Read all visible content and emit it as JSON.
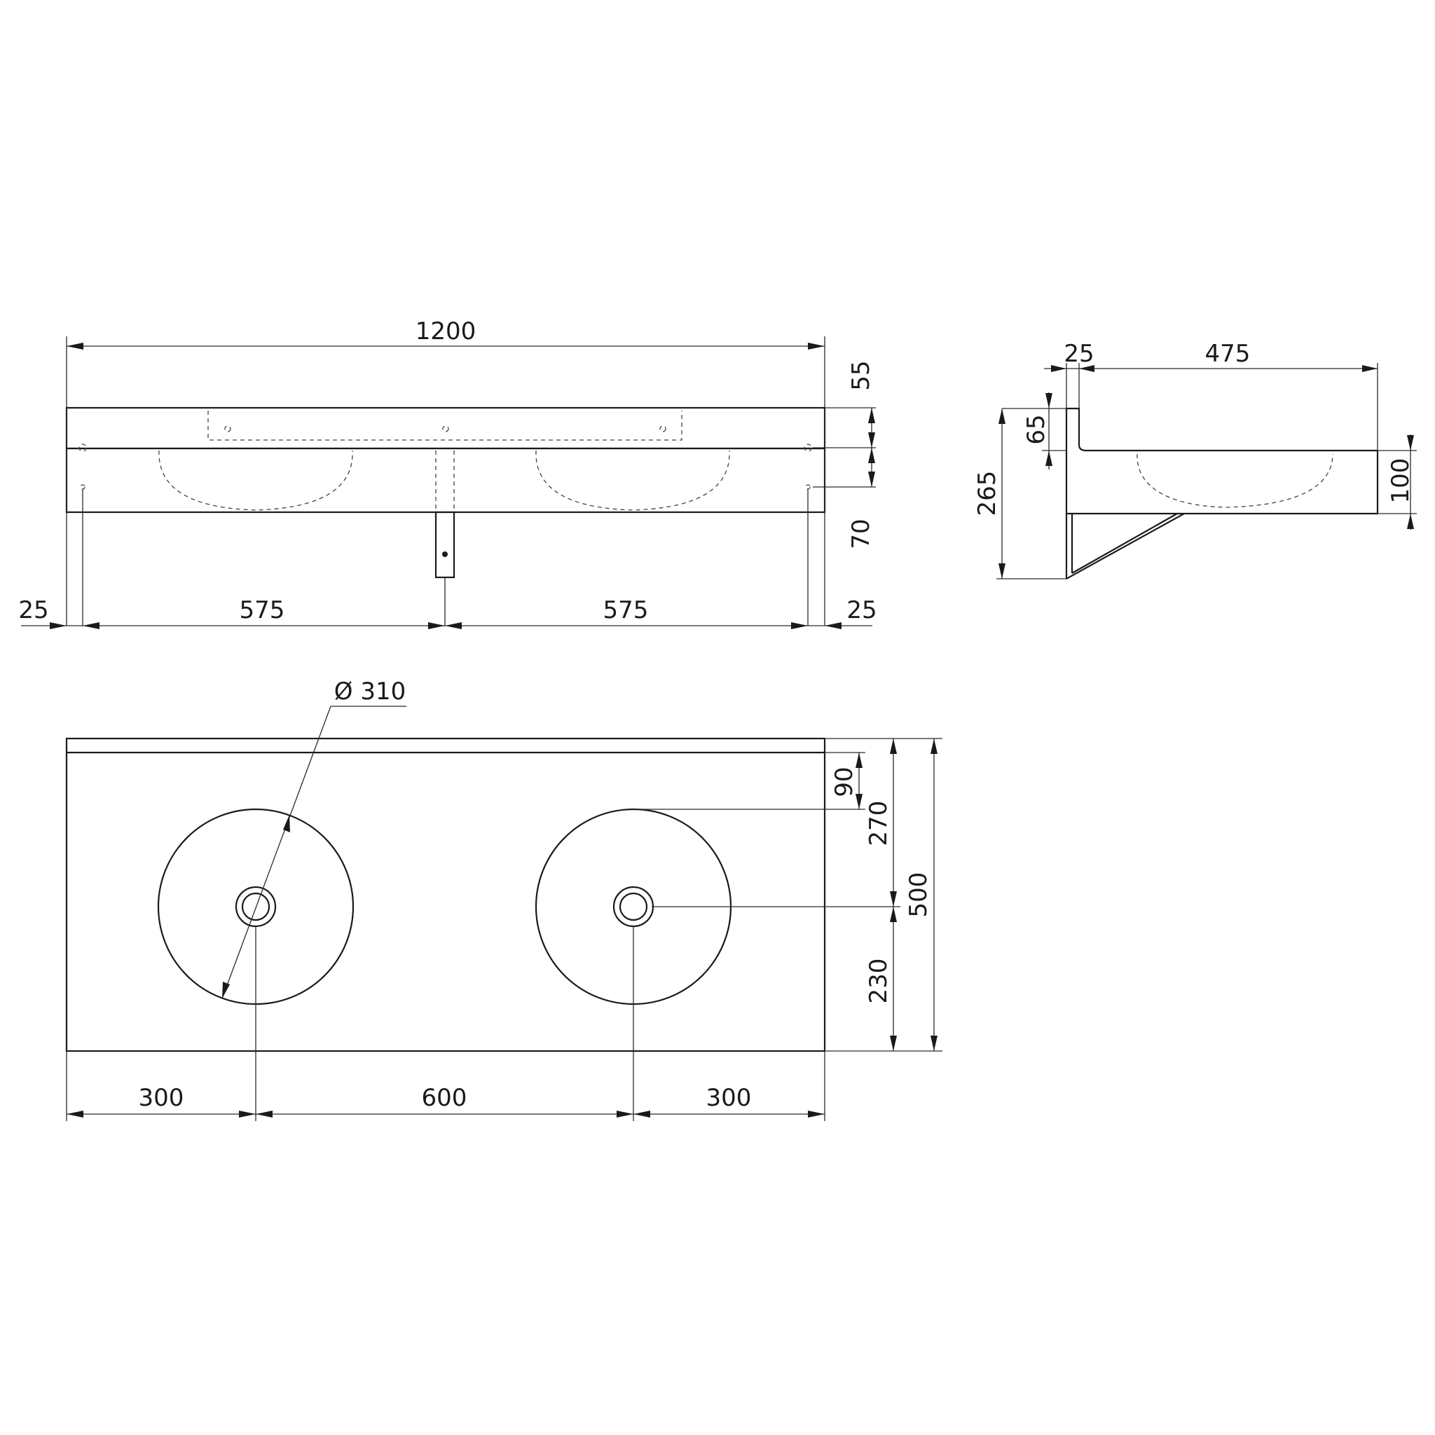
{
  "front_view": {
    "overall_width": "1200",
    "top_height": "55",
    "apron_height": "70",
    "left_offset": "25",
    "left_spacing": "575",
    "right_spacing": "575",
    "right_offset": "25"
  },
  "side_view": {
    "upstand_thickness": "25",
    "depth": "475",
    "upstand_height": "65",
    "total_height": "265",
    "bowl_depth": "100"
  },
  "top_view": {
    "bowl_diameter": "Ø 310",
    "rear_to_bowl": "90",
    "rear_to_waste": "270",
    "front_to_waste": "230",
    "overall_depth": "500",
    "left_to_waste": "300",
    "waste_spacing": "600",
    "waste_to_right": "300"
  },
  "colors": {
    "line": "#1a1a1a",
    "background": "#ffffff"
  }
}
